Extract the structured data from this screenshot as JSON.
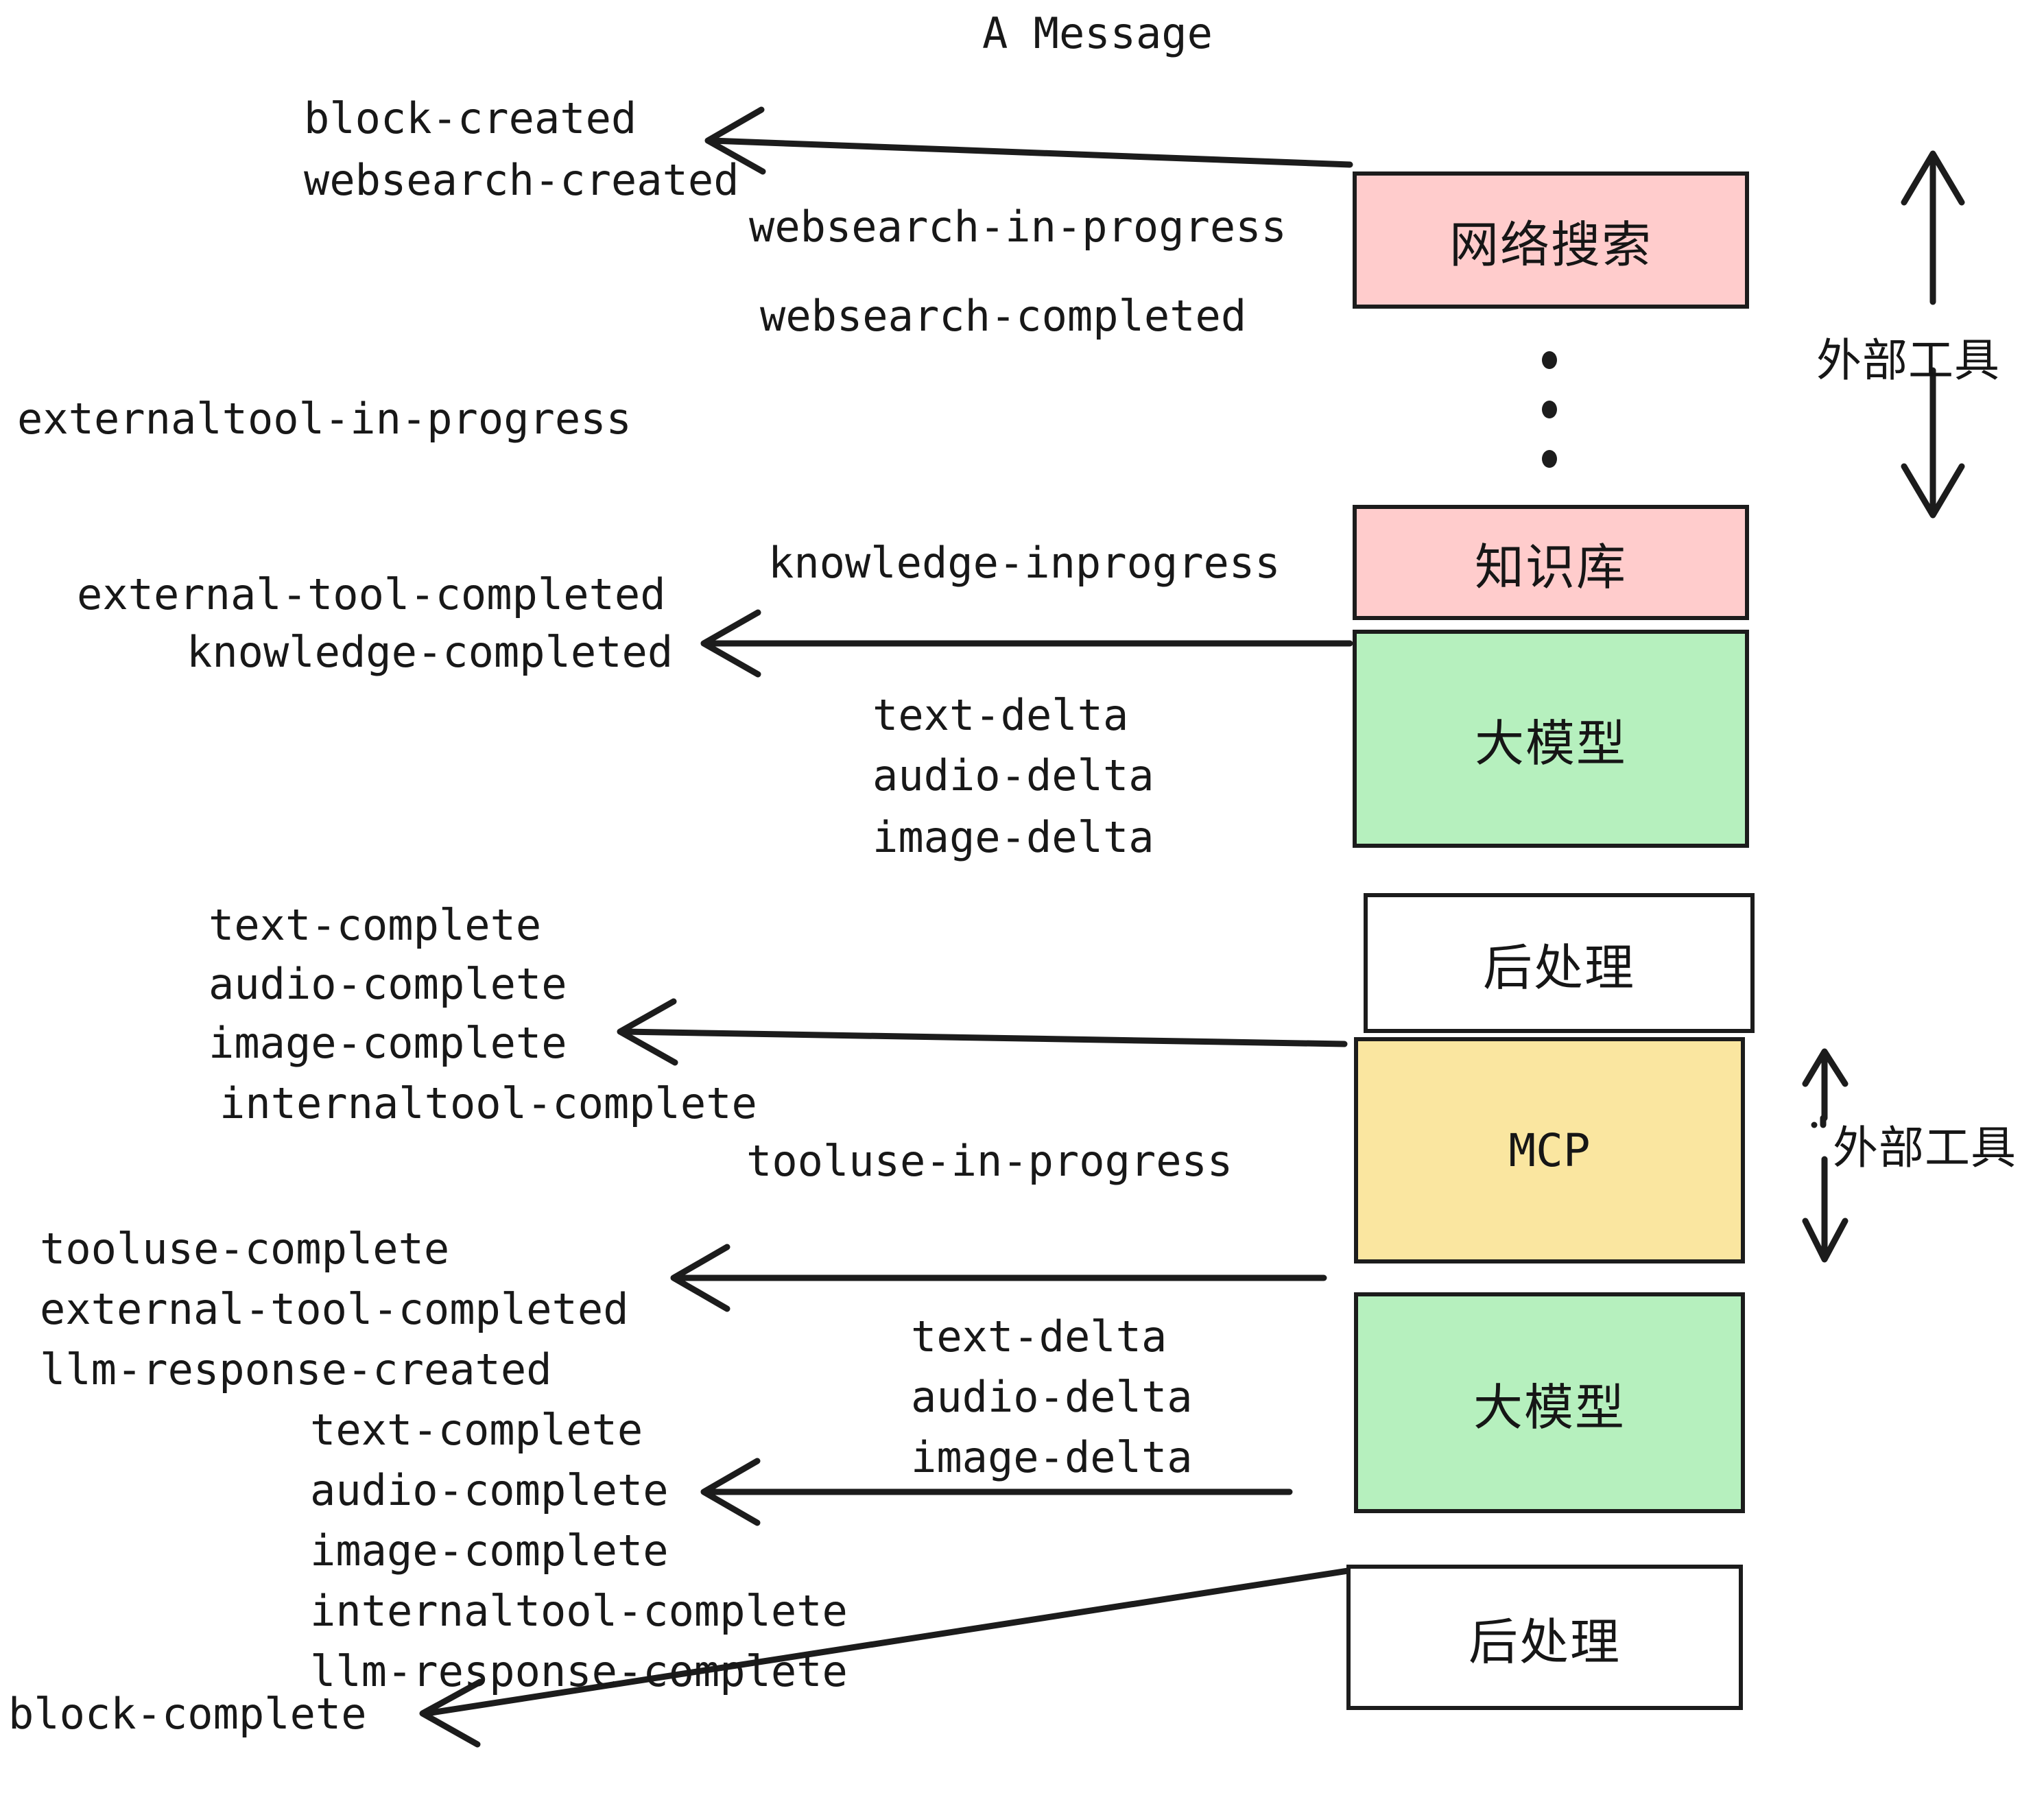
{
  "title": "A Message",
  "colors": {
    "tool_pink": "#FFCCCC",
    "llm_green": "#B6F0BE",
    "mcp_yellow": "#FAE6A0",
    "postprocess_white": "#FFFFFF",
    "stroke": "#1C1C1C",
    "text": "#181818",
    "background": "#FFFFFF"
  },
  "nodes": [
    {
      "id": "websearch",
      "label": "网络搜索",
      "fill": "#FFCCCC"
    },
    {
      "id": "knowledge",
      "label": "知识库",
      "fill": "#FFCCCC"
    },
    {
      "id": "llm_top",
      "label": "大模型",
      "fill": "#B6F0BE"
    },
    {
      "id": "postprocess_top",
      "label": "后处理",
      "fill": "#FFFFFF"
    },
    {
      "id": "mcp",
      "label": "MCP",
      "fill": "#FAE6A0"
    },
    {
      "id": "llm_bottom",
      "label": "大模型",
      "fill": "#B6F0BE"
    },
    {
      "id": "postprocess_bottom",
      "label": "后处理",
      "fill": "#FFFFFF"
    }
  ],
  "side_labels": [
    {
      "id": "external_tools_top",
      "text": "外部工具"
    },
    {
      "id": "external_tools_bottom",
      "text": "外部工具"
    }
  ],
  "events": [
    {
      "id": "e01",
      "text": "block-created"
    },
    {
      "id": "e02",
      "text": "websearch-created"
    },
    {
      "id": "e03",
      "text": "websearch-in-progress"
    },
    {
      "id": "e04",
      "text": "websearch-completed"
    },
    {
      "id": "e05",
      "text": "externaltool-in-progress"
    },
    {
      "id": "e06",
      "text": "knowledge-inprogress"
    },
    {
      "id": "e07",
      "text": "external-tool-completed"
    },
    {
      "id": "e08",
      "text": "knowledge-completed"
    },
    {
      "id": "e09",
      "text": "text-delta"
    },
    {
      "id": "e10",
      "text": "audio-delta"
    },
    {
      "id": "e11",
      "text": "image-delta"
    },
    {
      "id": "e12",
      "text": "text-complete"
    },
    {
      "id": "e13",
      "text": "audio-complete"
    },
    {
      "id": "e14",
      "text": "image-complete"
    },
    {
      "id": "e15",
      "text": "internaltool-complete"
    },
    {
      "id": "e16",
      "text": "tooluse-in-progress"
    },
    {
      "id": "e17",
      "text": "tooluse-complete"
    },
    {
      "id": "e18",
      "text": "external-tool-completed"
    },
    {
      "id": "e19",
      "text": "llm-response-created"
    },
    {
      "id": "e20",
      "text": "text-complete"
    },
    {
      "id": "e21",
      "text": "audio-complete"
    },
    {
      "id": "e22",
      "text": "image-complete"
    },
    {
      "id": "e23",
      "text": "internaltool-complete"
    },
    {
      "id": "e24",
      "text": "llm-response-complete"
    },
    {
      "id": "e25",
      "text": "block-complete"
    },
    {
      "id": "e26",
      "text": "text-delta"
    },
    {
      "id": "e27",
      "text": "audio-delta"
    },
    {
      "id": "e28",
      "text": "image-delta"
    }
  ],
  "connectors": [
    {
      "id": "arrow-websearch-out",
      "from": "websearch",
      "direction": "left"
    },
    {
      "id": "arrow-knowledge-out",
      "from": "knowledge",
      "direction": "left"
    },
    {
      "id": "arrow-postprocess-out",
      "from": "postprocess_top",
      "direction": "left"
    },
    {
      "id": "arrow-mcp-out",
      "from": "mcp",
      "direction": "left"
    },
    {
      "id": "arrow-llm-bottom-out",
      "from": "llm_bottom",
      "direction": "left"
    },
    {
      "id": "arrow-block-complete",
      "from": "postprocess_bottom",
      "direction": "left"
    },
    {
      "id": "arrow-external-top",
      "from": "external_tools_top",
      "direction": "updown"
    },
    {
      "id": "arrow-external-bottom",
      "from": "external_tools_bottom",
      "direction": "updown"
    }
  ]
}
